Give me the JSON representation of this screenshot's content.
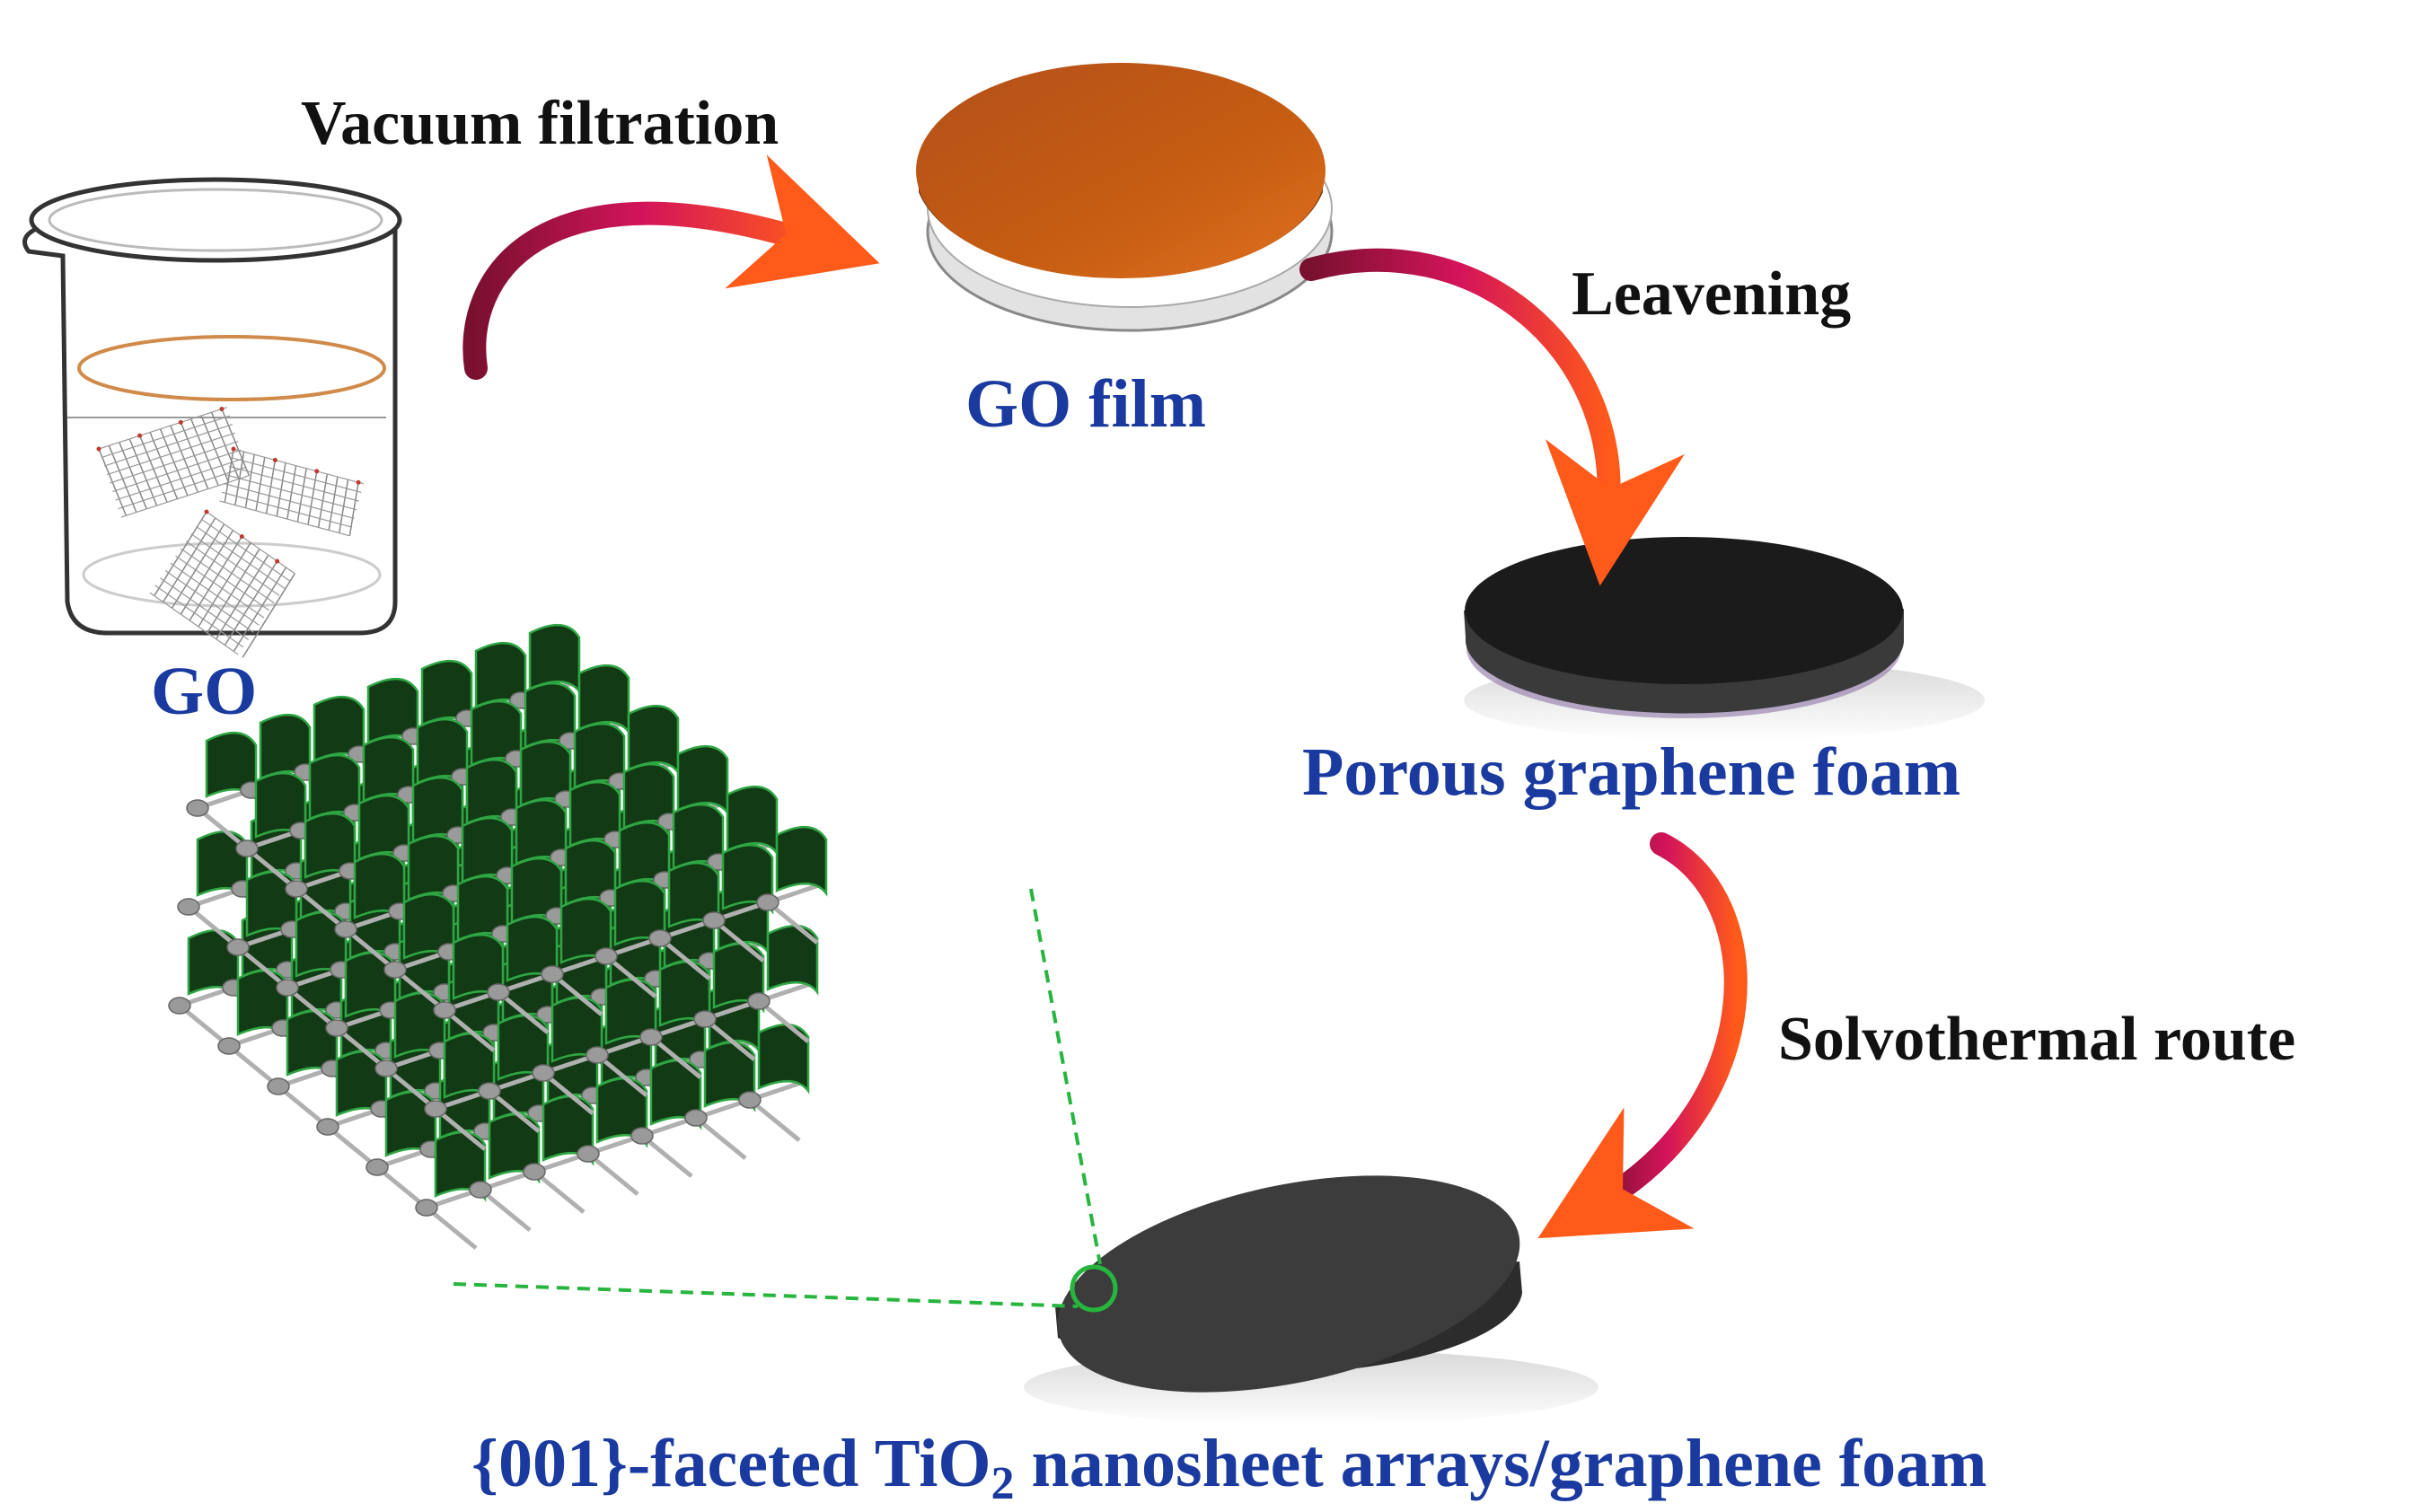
{
  "steps": {
    "vacuum_filtration": "Vacuum filtration",
    "leavening": "Leavening",
    "solvothermal_route": "Solvothermal route"
  },
  "materials": {
    "go": "GO",
    "go_film": "GO film",
    "porous_graphene_foam": "Porous graphene foam",
    "final_product_prefix": "{001}-faceted TiO",
    "final_product_subscript": "2",
    "final_product_suffix": " nanosheet arrays/graphene foam"
  },
  "colors": {
    "label_blue": "#1a3aa0",
    "step_text": "#111111",
    "go_film": "#c05a18",
    "graphene_foam": "#1b1b1b",
    "tio2_composite": "#3c3c3c",
    "nanosheet_green": "#123a14",
    "zoom_line": "#27b53e",
    "arrow_start": "#7a1030",
    "arrow_mid": "#d4145a",
    "arrow_end": "#ff5a1a"
  },
  "icons": [
    "beaker-icon",
    "graphene-oxide-sheets-icon",
    "process-arrow-icon",
    "nanosheet-array-icon",
    "zoom-circle-icon"
  ]
}
